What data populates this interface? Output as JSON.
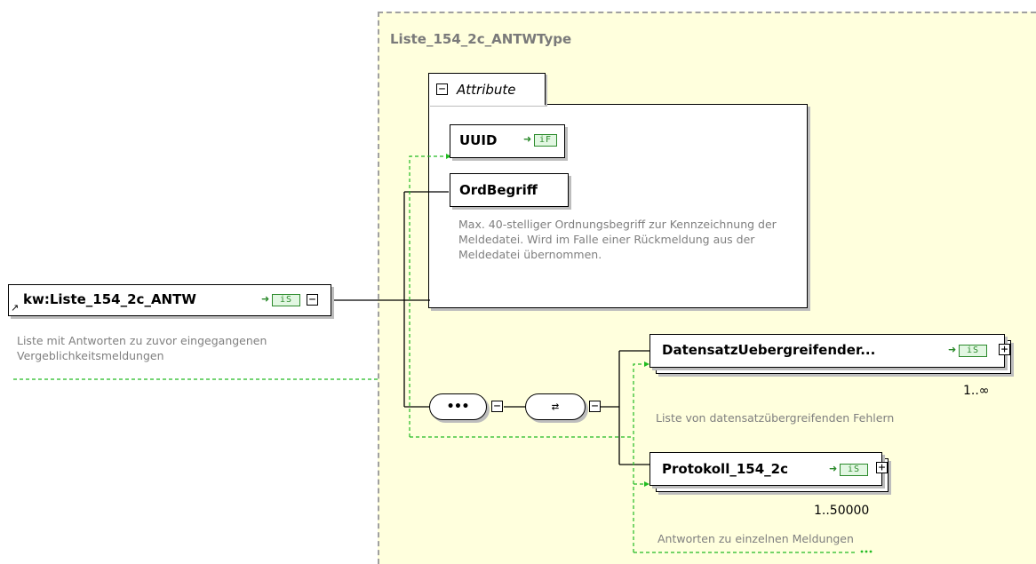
{
  "type_name": "Liste_154_2c_ANTWType",
  "attribute_group": {
    "label": "Attribute",
    "collapse_symbol": "−",
    "attributes": [
      {
        "name": "UUID",
        "badge": "iF"
      },
      {
        "name": "OrdBegriff",
        "description": "Max. 40-stelliger Ordnungsbegriff zur Kennzeichnung der Meldedatei. Wird im Falle einer Rückmeldung aus der Meldedatei übernommen."
      }
    ]
  },
  "root_element": {
    "name": "kw:Liste_154_2c_ANTW",
    "badge": "iS",
    "collapse_symbol": "−",
    "description": "Liste mit Antworten zu zuvor eingegangenen Vergeblichkeitsmeldungen"
  },
  "sequence": {
    "symbol": "•••",
    "collapse_symbol": "−"
  },
  "choice": {
    "symbol": "⇄",
    "collapse_symbol": "−"
  },
  "children": [
    {
      "name": "DatensatzUebergreifender...",
      "badge": "iS",
      "expand_symbol": "+",
      "occurrence": "1..∞",
      "description": "Liste von datensatzübergreifenden Fehlern"
    },
    {
      "name": "Protokoll_154_2c",
      "badge": "iS",
      "expand_symbol": "+",
      "occurrence": "1..50000",
      "description": "Antworten zu einzelnen Meldungen"
    }
  ],
  "colors": {
    "type_region_bg": "#ffffdd",
    "badge_green": "#2c8a2c",
    "connector_dashed": "#22bb22",
    "description_text": "#7f7f7f"
  }
}
